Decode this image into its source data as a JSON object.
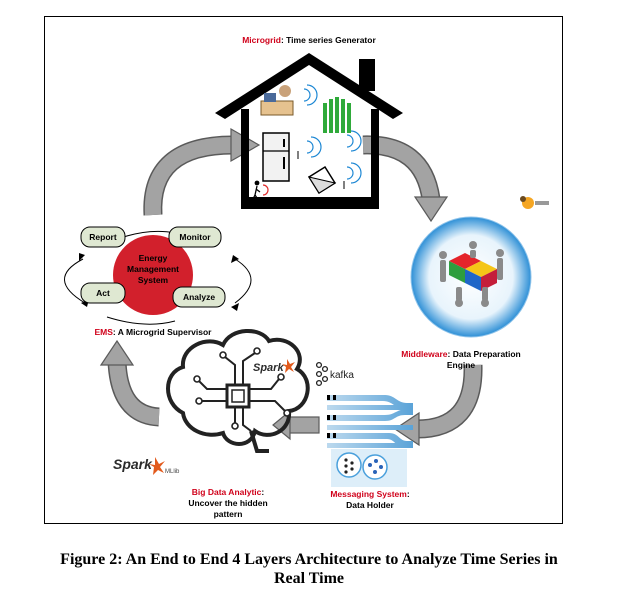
{
  "microgrid": {
    "title": "Microgrid",
    "subtitle": ": Time series Generator"
  },
  "ems": {
    "center_line1": "Energy",
    "center_line2": "Management",
    "center_line3": "System",
    "report": "Report",
    "monitor": "Monitor",
    "act": "Act",
    "analyze": "Analyze",
    "label_title": "EMS",
    "label_subtitle": ": A Microgrid Supervisor"
  },
  "middleware": {
    "title": "Middleware",
    "subtitle": ": Data Preparation",
    "line2": "Engine"
  },
  "messaging": {
    "title": "Messaging System",
    "subtitle": ":",
    "line2": "Data Holder"
  },
  "analytic": {
    "title": "Big Data Analytic",
    "subtitle": ":",
    "line2": "Uncover the hidden",
    "line3": "pattern"
  },
  "logos": {
    "spark_top": "Spark",
    "spark_bottom": "Spark",
    "mllib": "MLlib",
    "kafka": "kafka"
  },
  "caption": {
    "line1": "Figure 2: An End to End 4 Layers Architecture to Analyze Time Series in",
    "line2": "Real Time"
  },
  "colors": {
    "accent_red": "#d0021b",
    "arrow_grey": "#a3a3a3",
    "pill_green": "#dfe8d2",
    "blue": "#2f8fd8"
  }
}
